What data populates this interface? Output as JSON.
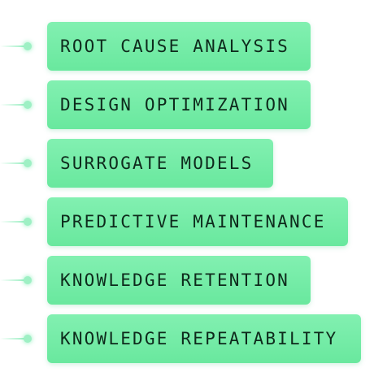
{
  "items": [
    {
      "label": "ROOT CAUSE ANALYSIS"
    },
    {
      "label": "DESIGN OPTIMIZATION"
    },
    {
      "label": "SURROGATE MODELS"
    },
    {
      "label": "PREDICTIVE MAINTENANCE"
    },
    {
      "label": "KNOWLEDGE RETENTION"
    },
    {
      "label": "KNOWLEDGE REPEATABILITY"
    }
  ],
  "colors": {
    "pill": "#78ED A8",
    "text": "#0e2a1c",
    "connector": "#9ef0c4"
  }
}
